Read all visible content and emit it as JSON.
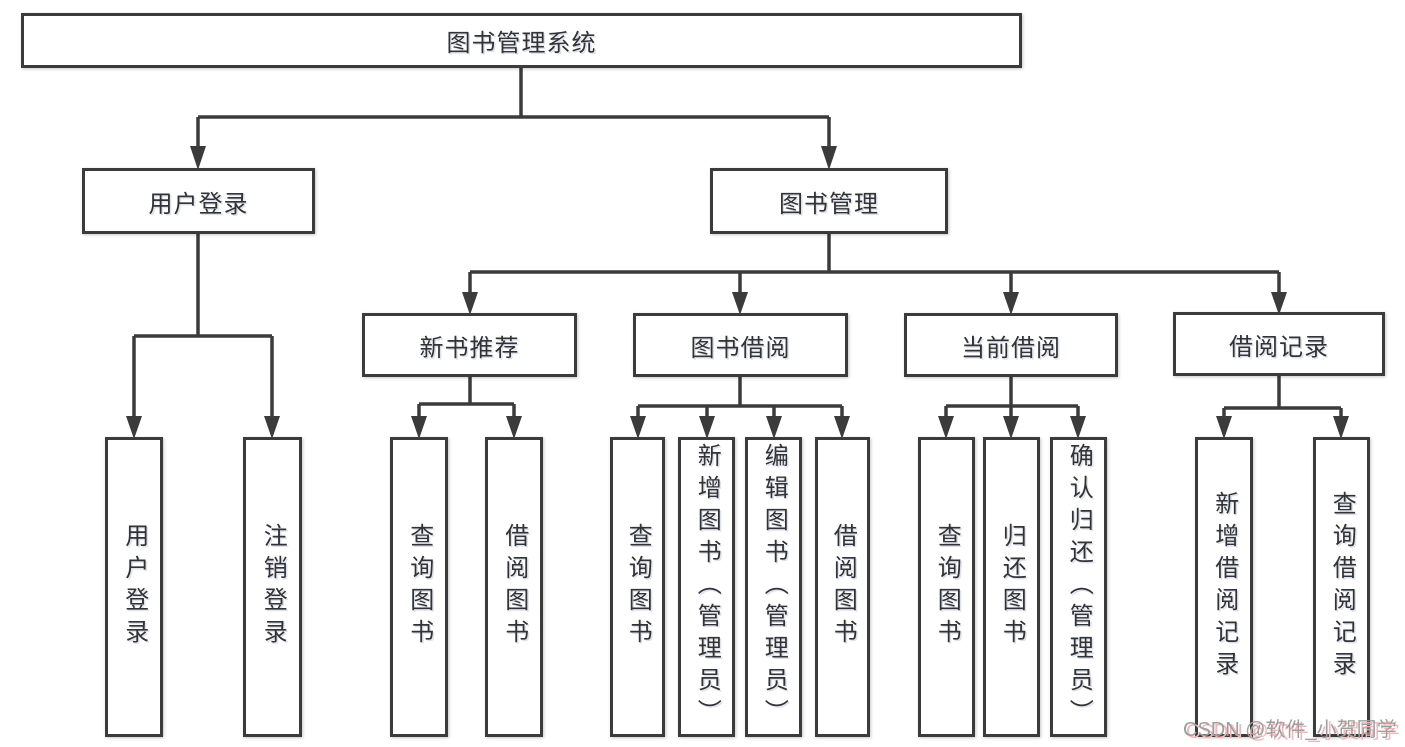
{
  "colors": {
    "line": "#3b3b3b",
    "node_border": "#3b3b3b",
    "node_text": "#333333",
    "background": "#ffffff",
    "watermark_text": "#9e9e9e",
    "watermark_shadow": "#f5b5b7"
  },
  "diagram": {
    "root": {
      "label": "图书管理系统"
    },
    "level2": [
      {
        "label": "用户登录",
        "children": [
          {
            "label": "用户登录"
          },
          {
            "label": "注销登录"
          }
        ]
      },
      {
        "label": "图书管理"
      }
    ],
    "level3": [
      {
        "label": "新书推荐",
        "children": [
          {
            "label": "查询图书"
          },
          {
            "label": "借阅图书"
          }
        ]
      },
      {
        "label": "图书借阅",
        "children": [
          {
            "label": "查询图书"
          },
          {
            "label": "新增图书（管理员）"
          },
          {
            "label": "编辑图书（管理员）"
          },
          {
            "label": "借阅图书"
          }
        ]
      },
      {
        "label": "当前借阅",
        "children": [
          {
            "label": "查询图书"
          },
          {
            "label": "归还图书"
          },
          {
            "label": "确认归还（管理员）"
          }
        ]
      },
      {
        "label": "借阅记录",
        "children": [
          {
            "label": "新增借阅记录"
          },
          {
            "label": "查询借阅记录"
          }
        ]
      }
    ],
    "watermark": "CSDN @软件_小贺同学"
  }
}
